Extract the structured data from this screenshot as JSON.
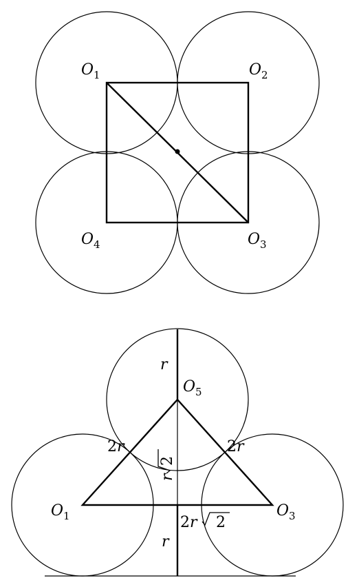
{
  "top_figure": {
    "labels": {
      "o1": {
        "letter": "O",
        "sub": "1"
      },
      "o2": {
        "letter": "O",
        "sub": "2"
      },
      "o3": {
        "letter": "O",
        "sub": "3"
      },
      "o4": {
        "letter": "O",
        "sub": "4"
      }
    }
  },
  "bottom_figure": {
    "labels": {
      "o5": {
        "letter": "O",
        "sub": "5"
      },
      "o1": {
        "letter": "O",
        "sub": "1"
      },
      "o3": {
        "letter": "O",
        "sub": "3"
      },
      "r_top": "r",
      "r_bottom": "r",
      "two_r_left": {
        "coef": "2",
        "var": "r"
      },
      "two_r_right": {
        "coef": "2",
        "var": "r"
      },
      "r_sqrt2_vertical": {
        "var": "r",
        "rad": "2"
      },
      "two_r_sqrt2": {
        "coef": "2",
        "var": "r",
        "rad": "2"
      }
    }
  }
}
